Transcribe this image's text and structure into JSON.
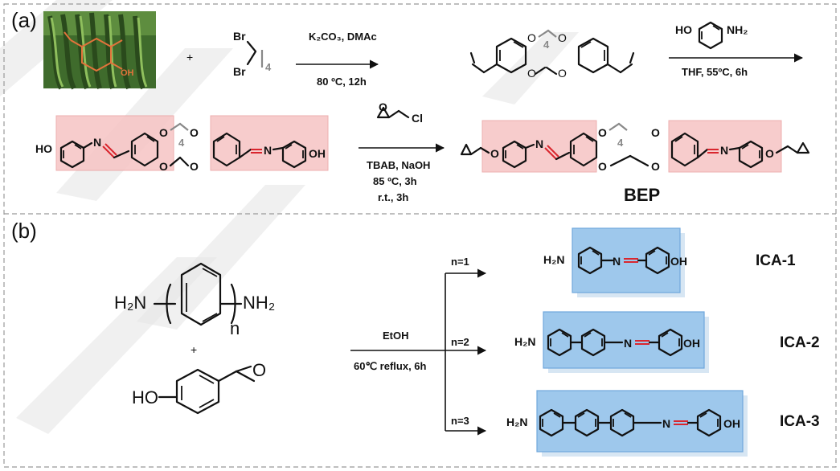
{
  "panels": {
    "a": "(a)",
    "b": "(b)"
  },
  "reaction_a1": {
    "reagent_line1": "K₂CO₃, DMAc",
    "reagent_line2": "80 ºC, 12h",
    "plus": "+",
    "dibromide_br_top": "Br",
    "dibromide_br_bottom": "Br",
    "dibromide_n": "4"
  },
  "reaction_a2": {
    "aminophenol_ho": "HO",
    "aminophenol_nh2": "NH₂",
    "conditions": "THF, 55ºC, 6h"
  },
  "reaction_a3": {
    "epichlorohydrin_cl": "Cl",
    "cond_line1": "TBAB, NaOH",
    "cond_line2": "85 ºC, 3h",
    "cond_line3": "r.t., 3h",
    "product_name": "BEP"
  },
  "intermediate_labels": {
    "ho": "HO",
    "oh": "OH",
    "n": "N",
    "o": "O",
    "subscript": "4"
  },
  "reaction_b": {
    "diamine_h2n": "H₂N",
    "diamine_nh2": "NH₂",
    "diamine_n": "n",
    "plus": "+",
    "aldehyde_ho": "HO",
    "aldehyde_o": "O",
    "solvent": "EtOH",
    "conditions": "60℃ reflux, 6h",
    "branches": [
      {
        "n_label": "n=1",
        "name": "ICA-1"
      },
      {
        "n_label": "n=2",
        "name": "ICA-2"
      },
      {
        "n_label": "n=3",
        "name": "ICA-3"
      }
    ],
    "ica_h2n": "H₂N",
    "ica_n": "N",
    "ica_oh": "OH"
  }
}
